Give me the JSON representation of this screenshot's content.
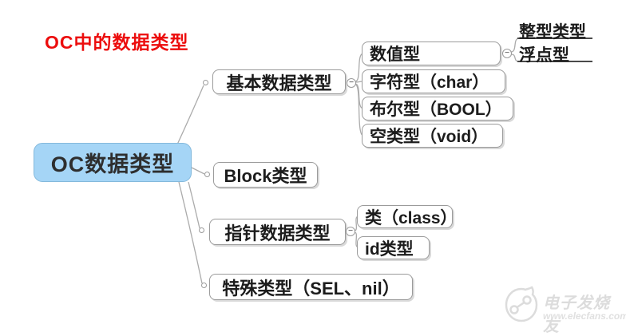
{
  "title": {
    "text": "OC中的数据类型",
    "color": "#ec0d0d"
  },
  "root": {
    "label": "OC数据类型",
    "bg_color": "#a5d5f6",
    "border_color": "#84b9dc"
  },
  "branches": [
    {
      "label": "基本数据类型",
      "collapse_icon": "minus-circle",
      "children": [
        {
          "label": "数值型",
          "collapse_icon": "minus-circle",
          "children": [
            {
              "label": "整型类型",
              "style": "underline"
            },
            {
              "label": "浮点型",
              "style": "underline"
            }
          ]
        },
        {
          "label": "字符型（char）"
        },
        {
          "label": "布尔型（BOOL）"
        },
        {
          "label": "空类型（void）"
        }
      ]
    },
    {
      "label": "Block类型"
    },
    {
      "label": "指针数据类型",
      "collapse_icon": "minus-circle",
      "children": [
        {
          "label": "类（class）"
        },
        {
          "label": "id类型"
        }
      ]
    },
    {
      "label": "特殊类型（SEL、nil）"
    }
  ],
  "icons": {
    "collapse_glyph": "−"
  },
  "watermark": {
    "brand": "电子发烧友",
    "url": "www.elecfans.com",
    "color": "#dadada"
  }
}
